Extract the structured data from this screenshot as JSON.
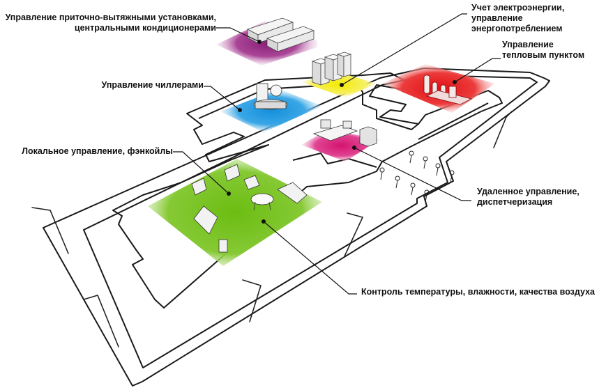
{
  "labels": {
    "ventilation": {
      "line1": "Управление приточно-вытяжными установками,",
      "line2": "центральными кондиционерами"
    },
    "energy": {
      "line1": "Учет электроэнергии,",
      "line2": "управление",
      "line3": "энергопотреблением"
    },
    "heating": {
      "line1": "Управление",
      "line2": "тепловым пунктом"
    },
    "chillers": {
      "line1": "Управление чиллерами"
    },
    "fancoils": {
      "line1": "Локальное управление, фэнкойлы"
    },
    "dispatch": {
      "line1": "Удаленное управление,",
      "line2": "диспетчеризация"
    },
    "climate": {
      "line1": "Контроль температуры, влажности, качества воздуха"
    }
  },
  "colors": {
    "ventilation": "#9a2f86",
    "energy": "#f5ef00",
    "heating": "#e8161b",
    "chillers": "#1f97de",
    "dispatch": "#d81a78",
    "fancoils": "#78c21a",
    "outline": "#1a1a1a"
  }
}
